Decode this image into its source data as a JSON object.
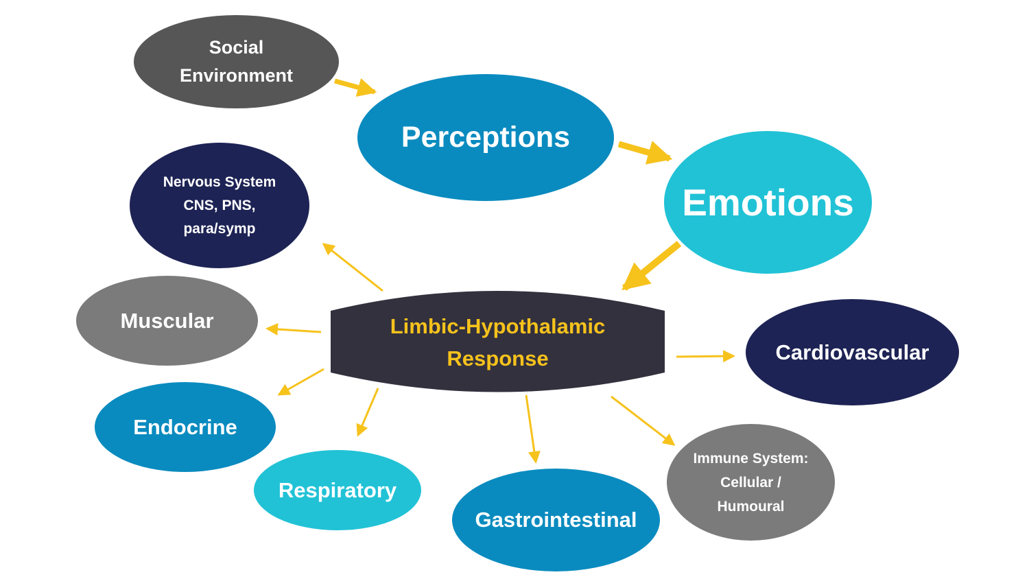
{
  "colors": {
    "dark_gray": "#565656",
    "mid_gray": "#7b7b7b",
    "blue": "#0a8bbf",
    "light_blue": "#21c2d6",
    "navy": "#1d2354",
    "hub": "#33313e",
    "arrow": "#f6c21c",
    "hub_text": "#f6c21c"
  },
  "nodes": {
    "social_environment": "Social\nEnvironment",
    "perceptions": "Perceptions",
    "emotions": "Emotions",
    "nervous_system": "Nervous System\nCNS, PNS,\npara/symp",
    "muscular": "Muscular",
    "endocrine": "Endocrine",
    "respiratory": "Respiratory",
    "gastrointestinal": "Gastrointestinal",
    "immune_system": "Immune System:\nCellular /\nHumoural",
    "cardiovascular": "Cardiovascular"
  },
  "hub": {
    "label": "Limbic-Hypothalamic\nResponse"
  }
}
